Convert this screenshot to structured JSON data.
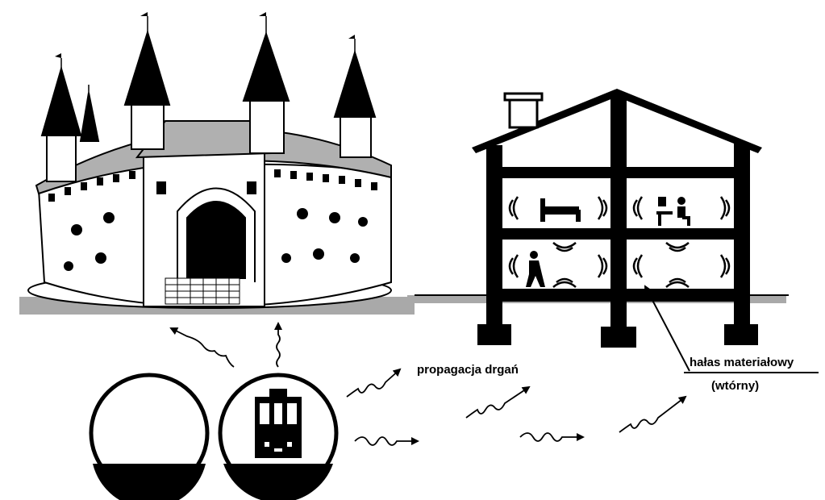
{
  "labels": {
    "propagation": "propagacja drgań",
    "structural_noise_line1": "hałas materiałowy",
    "structural_noise_line2": "(wtórny)"
  },
  "icons": {
    "castle": "barbican-castle-illustration",
    "house": "house-cross-section",
    "tunnel_empty": "empty-tunnel-cross-section",
    "tunnel_train": "tunnel-with-train",
    "wave_arrow": "wavy-vibration-arrow",
    "sound_wave": "sound-wave-arcs"
  },
  "colors": {
    "ink": "#000000",
    "ground": "#a9a9a9",
    "roof": "#b0b0b0"
  }
}
